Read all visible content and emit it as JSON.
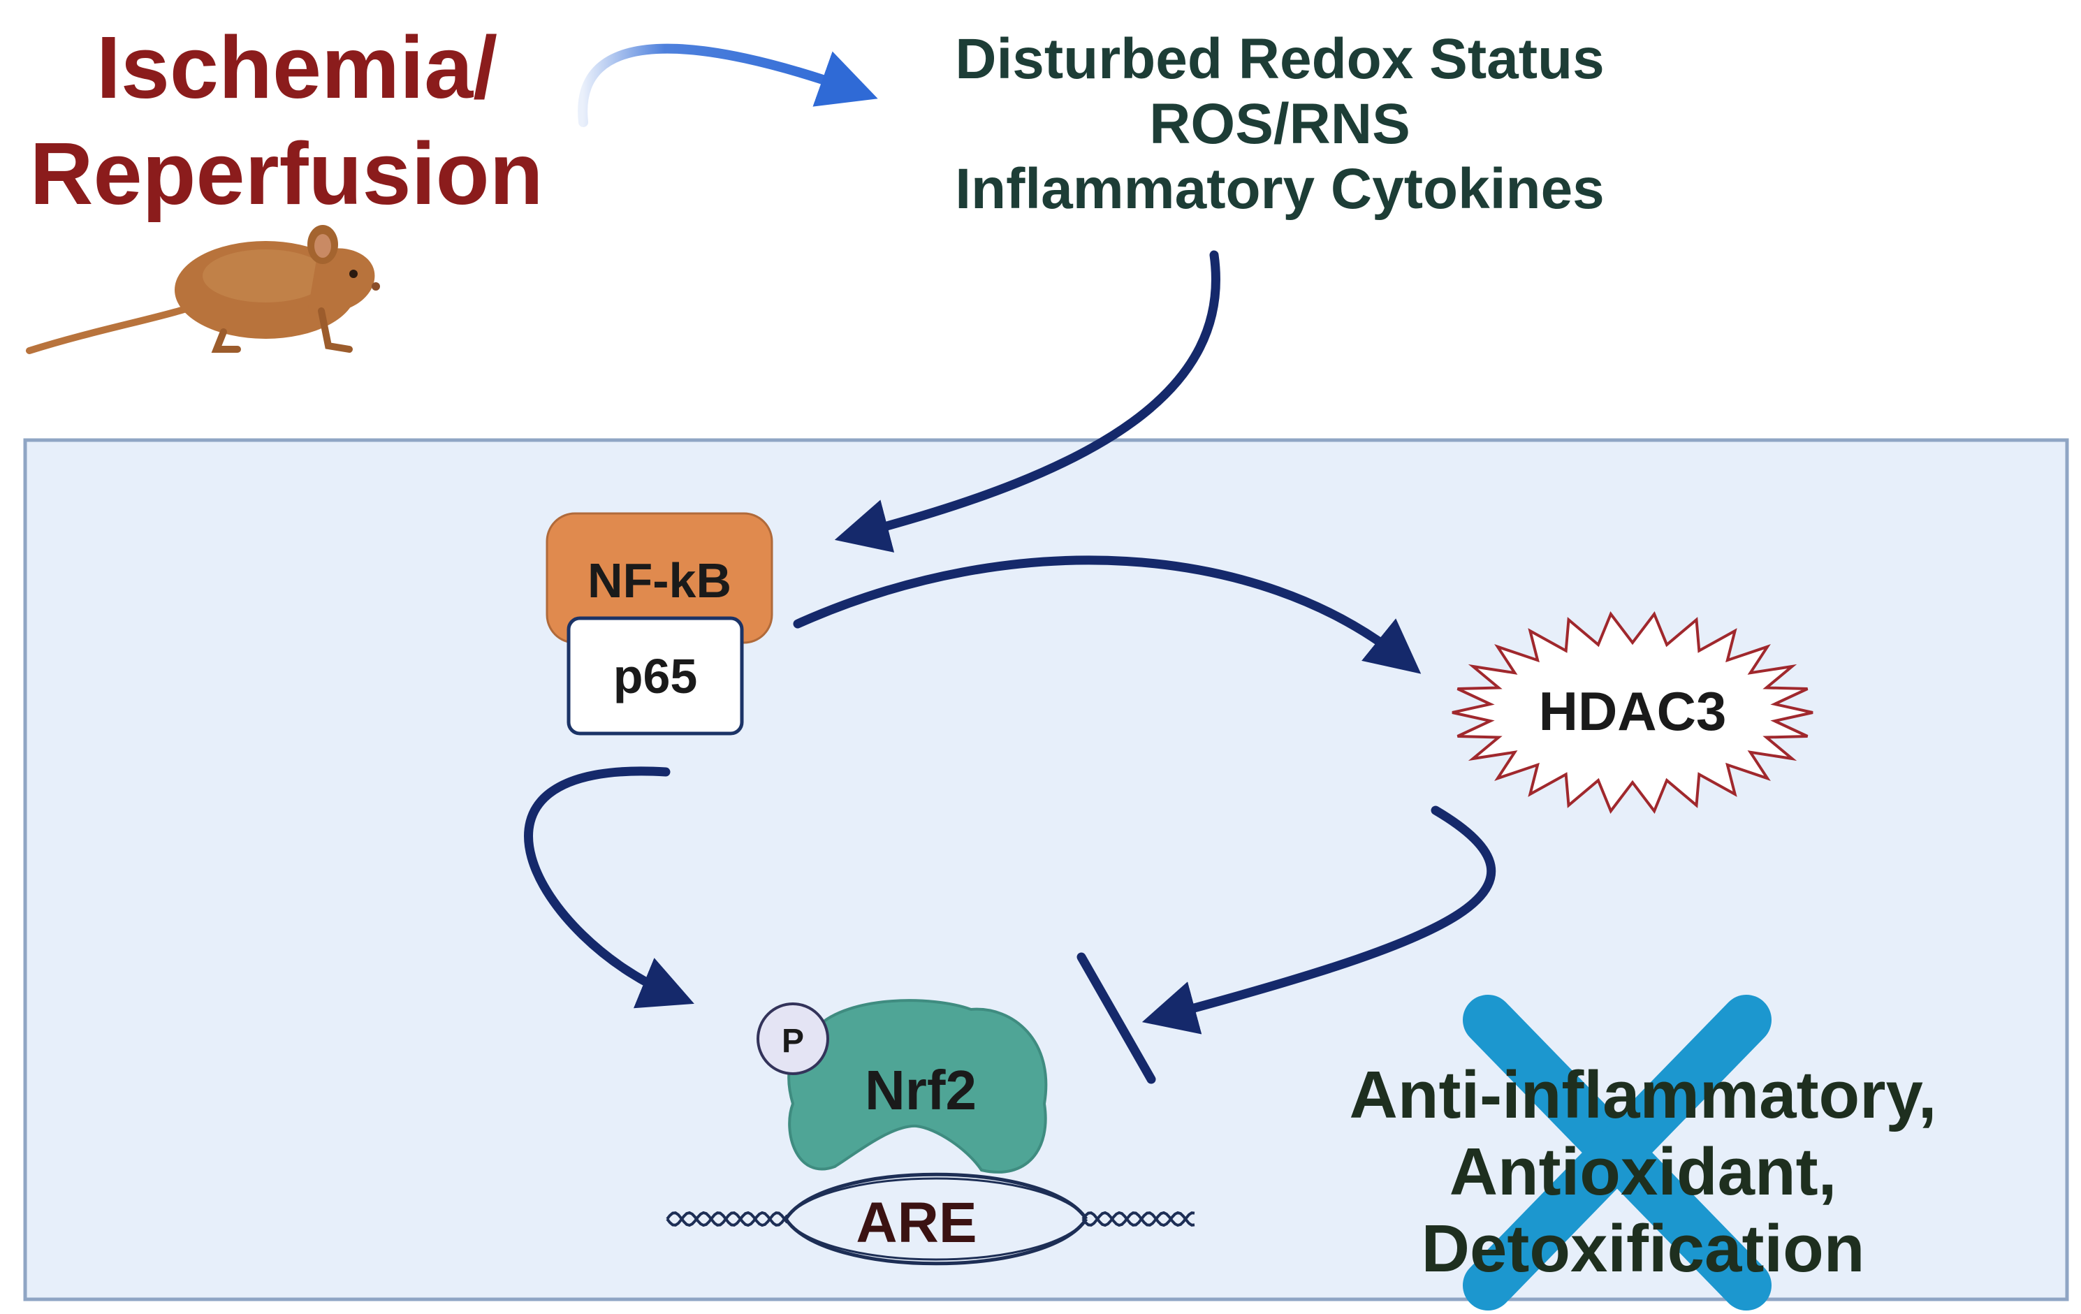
{
  "title": {
    "line1": "Ischemia/",
    "line2": "Reperfusion"
  },
  "stimuli": [
    "Disturbed Redox Status",
    "ROS/RNS",
    "Inflammatory Cytokines"
  ],
  "nodes": {
    "nfkb": "NF-kB",
    "p65": "p65",
    "hdac3": "HDAC3",
    "phospho": "P",
    "nrf2": "Nrf2",
    "are": "ARE"
  },
  "outcomes": [
    "Anti-inflammatory,",
    "Antioxidant,",
    "Detoxification"
  ],
  "icons": {
    "animal": "rat-icon",
    "blocked": "cross-icon",
    "dna": "dna-icon"
  },
  "colors": {
    "title": "#8b1c1c",
    "stimuli_text": "#1d3d36",
    "outcome_text": "#1e2f1f",
    "arrow": "#15296b",
    "start_arrow": "#2f6ad6",
    "panel_fill": "#e7effa",
    "panel_border": "#8fa5c4",
    "nfkb_fill": "#e08a4e",
    "p65_border": "#1b3366",
    "hdac3_border": "#a0282d",
    "nrf2_fill": "#4fa596",
    "phospho_fill": "#e4e4f4",
    "cross": "#1c97cf",
    "rat": "#b8733c"
  }
}
